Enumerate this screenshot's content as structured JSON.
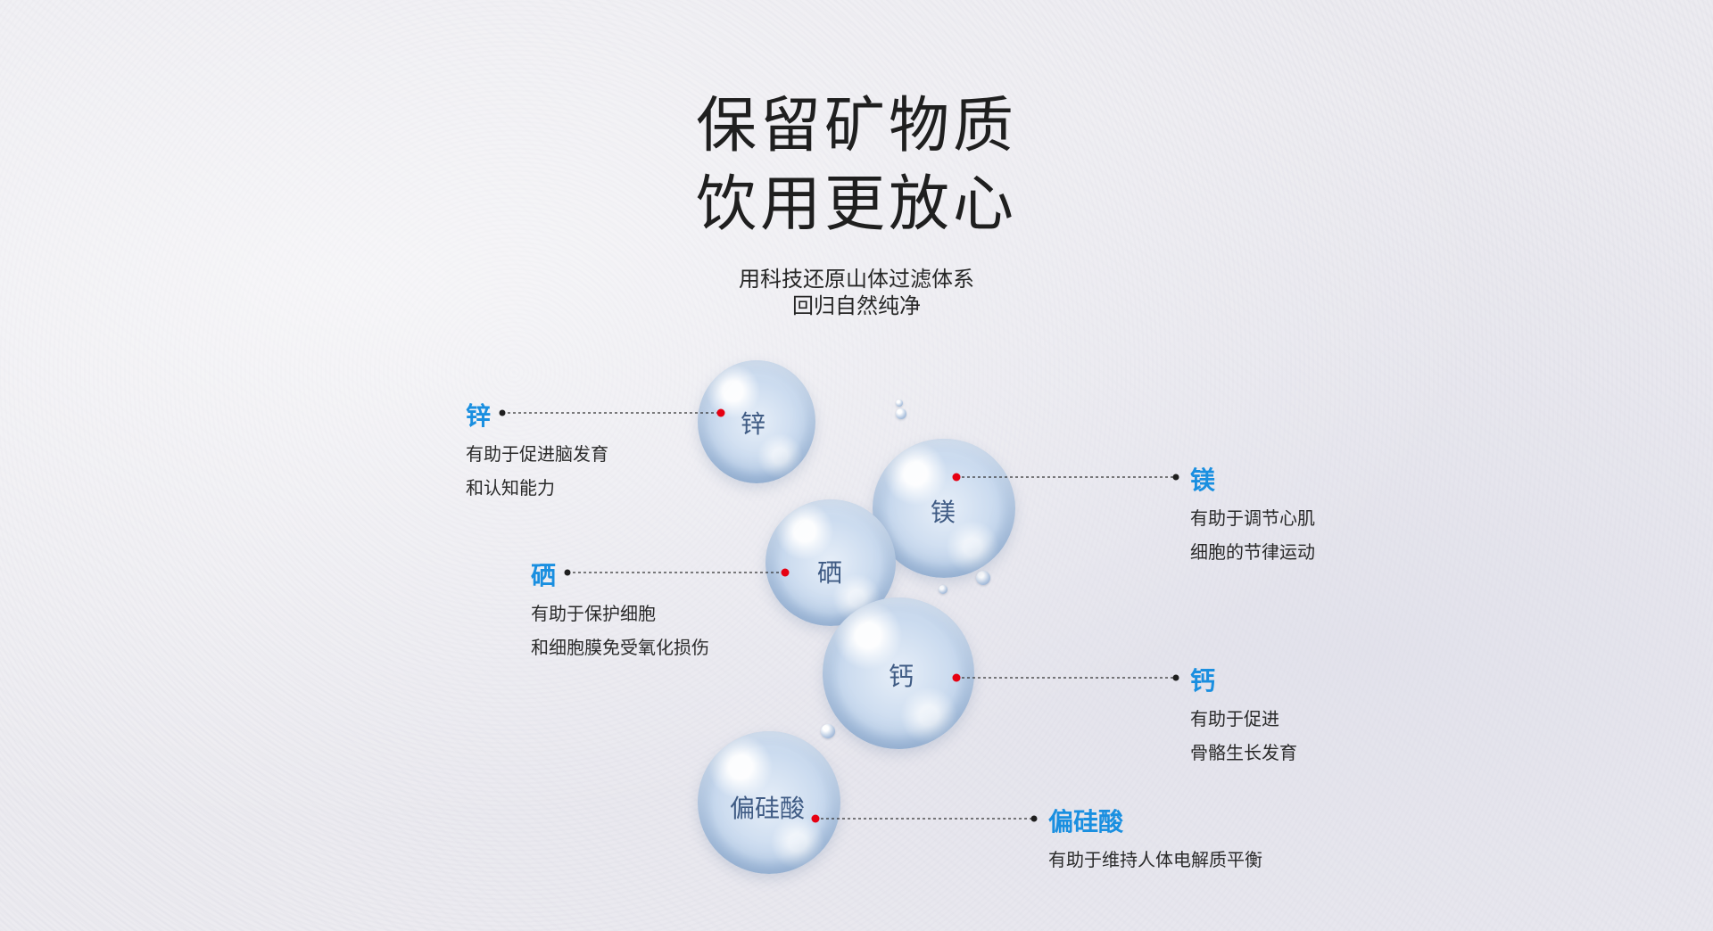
{
  "headline": {
    "line1": "保留矿物质",
    "line2": "饮用更放心"
  },
  "subtitle": {
    "line1": "用科技还原山体过滤体系",
    "line2": "回归自然纯净"
  },
  "colors": {
    "accent": "#1a8fe0",
    "marker": "#e60012",
    "text": "#1f1f1f"
  },
  "minerals": [
    {
      "id": "zinc",
      "bubble_label": "锌",
      "title": "锌",
      "desc_line1": "有助于促进脑发育",
      "desc_line2": "和认知能力"
    },
    {
      "id": "magnesium",
      "bubble_label": "镁",
      "title": "镁",
      "desc_line1": "有助于调节心肌",
      "desc_line2": "细胞的节律运动"
    },
    {
      "id": "selenium",
      "bubble_label": "硒",
      "title": "硒",
      "desc_line1": "有助于保护细胞",
      "desc_line2": "和细胞膜免受氧化损伤"
    },
    {
      "id": "calcium",
      "bubble_label": "钙",
      "title": "钙",
      "desc_line1": "有助于促进",
      "desc_line2": "骨骼生长发育"
    },
    {
      "id": "metasilicic-acid",
      "bubble_label": "偏硅酸",
      "title": "偏硅酸",
      "desc_line1": "有助于维持人体电解质平衡",
      "desc_line2": ""
    }
  ]
}
